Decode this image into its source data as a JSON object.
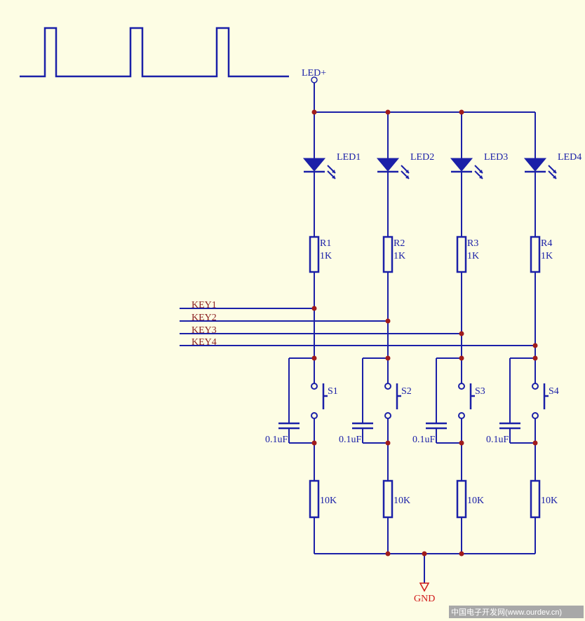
{
  "power_label": "LED+",
  "ground_label": "GND",
  "leds": [
    "LED1",
    "LED2",
    "LED3",
    "LED4"
  ],
  "resistors": [
    {
      "ref": "R1",
      "value": "1K"
    },
    {
      "ref": "R2",
      "value": "1K"
    },
    {
      "ref": "R3",
      "value": "1K"
    },
    {
      "ref": "R4",
      "value": "1K"
    }
  ],
  "keys": [
    "KEY1",
    "KEY2",
    "KEY3",
    "KEY4"
  ],
  "switches": [
    "S1",
    "S2",
    "S3",
    "S4"
  ],
  "capacitor_value": "0.1uF",
  "pulldown_value": "10K",
  "watermark": "中国电子开发网(www.ourdev.cn)",
  "colors": {
    "background": "#fdfde4",
    "wire": "#1b20a8",
    "junction": "#a01c1c",
    "key_label": "#8a1f1f",
    "ground": "#d01818"
  }
}
